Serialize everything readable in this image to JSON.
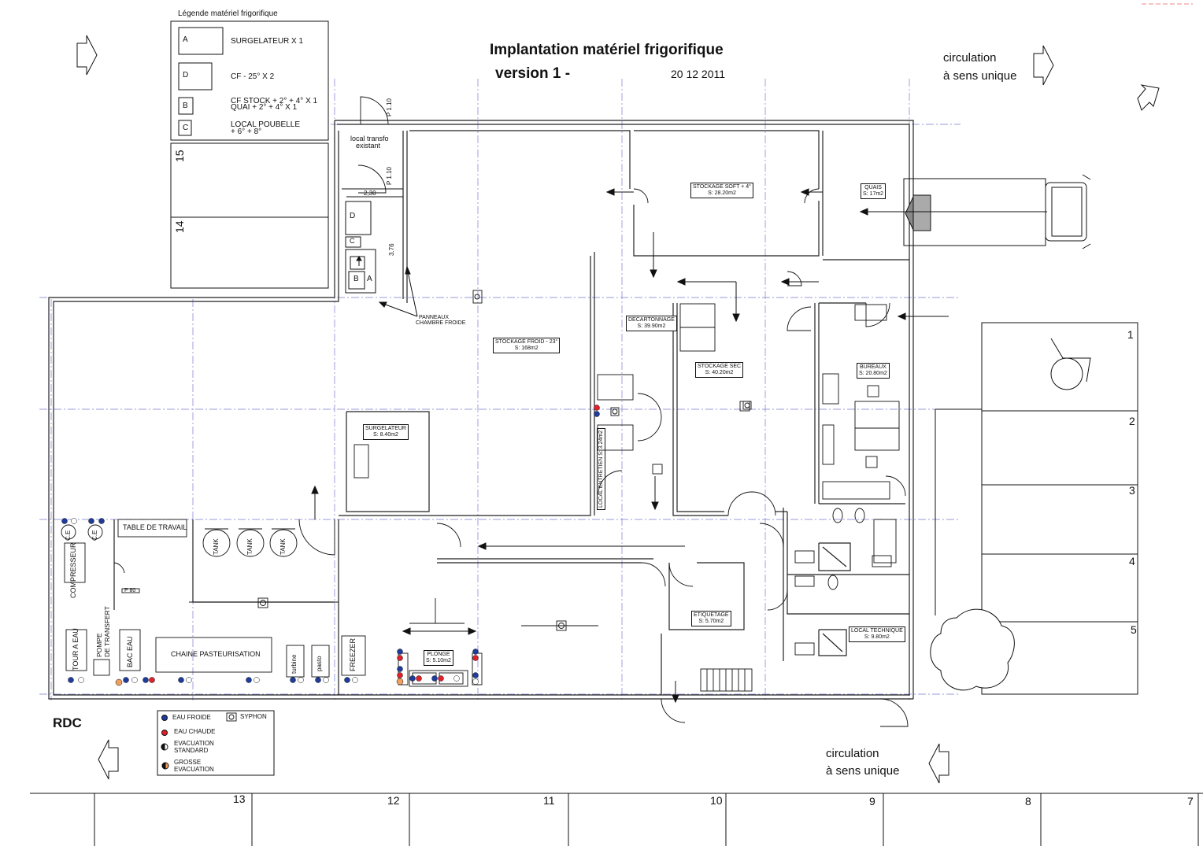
{
  "title": {
    "line1": "Implantation matériel frigorifique",
    "line2": "version 1 -",
    "date": "20 12 2011"
  },
  "floor_label": "RDC",
  "circulation": {
    "top": [
      "circulation",
      "à sens unique"
    ],
    "bottom": [
      "circulation",
      "à sens unique"
    ]
  },
  "legend_equipment": {
    "heading": "Légende matériel frigorifique",
    "items": [
      {
        "code": "A",
        "label": "SURGELATEUR X 1"
      },
      {
        "code": "D",
        "label": "CF - 25° X 2"
      },
      {
        "code": "B",
        "label_lines": [
          "CF STOCK + 2° + 4° X 1",
          "QUAI + 2° + 4° X 1"
        ]
      },
      {
        "code": "C",
        "label_lines": [
          "LOCAL POUBELLE",
          "+ 6° + 8°"
        ]
      }
    ]
  },
  "legend_fluids": {
    "items": [
      {
        "label": "EAU FROIDE",
        "icon": "blue-dot"
      },
      {
        "label": "SYPHON",
        "icon": "double-circle"
      },
      {
        "label": "EAU CHAUDE",
        "icon": "red-dot"
      },
      {
        "label_lines": [
          "EVACUATION",
          "STANDARD"
        ],
        "icon": "half-black-circle"
      },
      {
        "label_lines": [
          "GROSSE",
          "EVACUATION"
        ],
        "icon": "half-orange-circle"
      }
    ],
    "colors": {
      "cold": "#1f3c9c",
      "hot": "#e0202a",
      "big_drain": "#f0a060"
    }
  },
  "side_numbers": [
    "15",
    "14"
  ],
  "parking_numbers": [
    "1",
    "2",
    "3",
    "4",
    "5"
  ],
  "bottom_numbers": [
    "13",
    "12",
    "11",
    "10",
    "9",
    "8",
    "7"
  ],
  "dimensions": {
    "p110_a": "P 1.10",
    "p110_b": "P 1.10",
    "d230": "2,30",
    "d376": "3.76",
    "p80": "P 80"
  },
  "annex": {
    "local_transfo": [
      "local transfo",
      "existant"
    ],
    "panneaux": [
      "PANNEAUX",
      "CHAMBRE FROIDE"
    ],
    "codes": {
      "d": "D",
      "c": "C",
      "b": "B",
      "a": "A"
    }
  },
  "rooms": {
    "stockage_soft": [
      "STOCKAGE SOFT + 4°",
      "S: 28.20m2"
    ],
    "quais": [
      "QUAIS",
      "S: 17m2"
    ],
    "stockage_froid": [
      "STOCKAGE FROID - 23°",
      "S: 168m2"
    ],
    "decartonnage": [
      "DECARTONNAGE",
      "S: 39.90m2"
    ],
    "stockage_sec": [
      "STOCKAGE SEC",
      "S: 40.20m2"
    ],
    "bureaux": [
      "BUREAUX",
      "S: 20.80m2"
    ],
    "surgelateur": [
      "SURGELATEUR",
      "S: 8.40m2"
    ],
    "local_entretien": "LOCAL ENTRETIEN S: 3.24m2",
    "etiquetage": [
      "ETIQUETAGE",
      "S: 5.70m2"
    ],
    "local_technique": [
      "LOCAL TECHNIQUE",
      "S: 9.80m2"
    ],
    "plonge": [
      "PLONGE",
      "S: 5.10m2"
    ]
  },
  "equipment": {
    "table_travail": "TABLE DE TRAVAIL",
    "chaine": "CHAINE PASTEURISATION",
    "compresseur": "COMPRESSEUR",
    "ce": "C.E",
    "tour_eau": "TOUR A EAU",
    "pompe": [
      "POMPE",
      "DE TRANSFERT"
    ],
    "bac_eau": "BAC EAU",
    "turbine": "turbine",
    "pasto": "pasto",
    "freezer": "FREEZER",
    "tank": "TANK"
  }
}
